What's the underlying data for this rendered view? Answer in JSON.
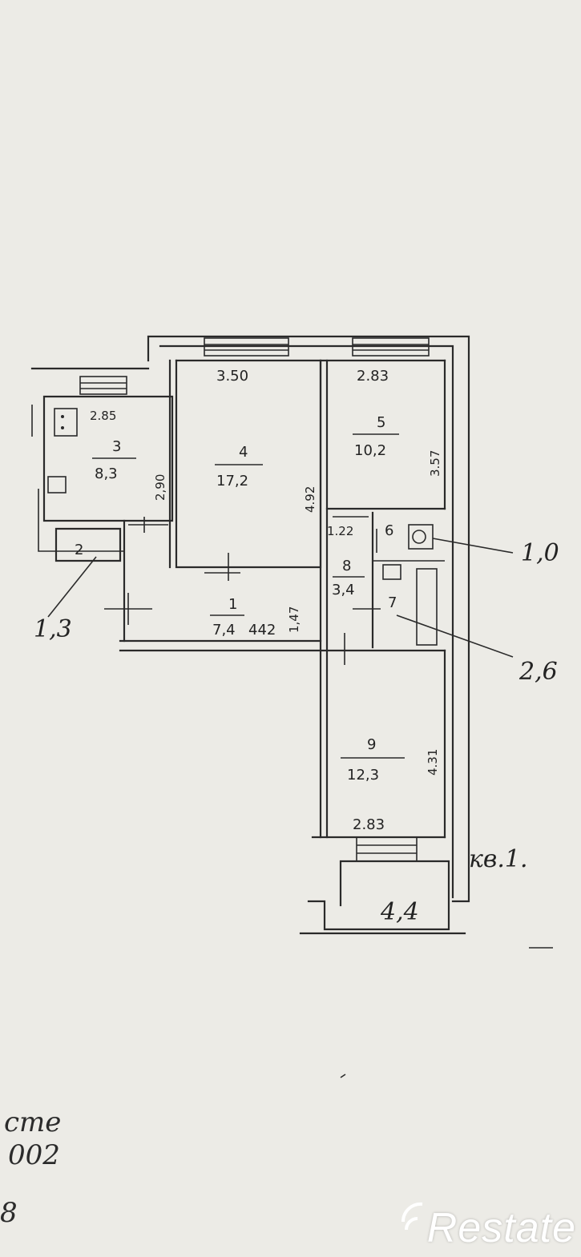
{
  "plan": {
    "apartment_label": "кв.1.",
    "rooms": [
      {
        "number": "1",
        "area": "7,4",
        "dims": [
          "442",
          "1,47"
        ]
      },
      {
        "number": "2",
        "area": "1,3"
      },
      {
        "number": "3",
        "area": "8,3",
        "dims": [
          "2.85",
          "2,90"
        ]
      },
      {
        "number": "4",
        "area": "17,2",
        "dims": [
          "3.50",
          "4.92"
        ]
      },
      {
        "number": "5",
        "area": "10,2",
        "dims": [
          "2.83",
          "3.57"
        ]
      },
      {
        "number": "6",
        "area": "1,0",
        "dims": [
          "1.22"
        ]
      },
      {
        "number": "7",
        "area": "2,6"
      },
      {
        "number": "8",
        "area": "3,4"
      },
      {
        "number": "9",
        "area": "12,3",
        "dims": [
          "2.83",
          "4.31"
        ]
      }
    ],
    "balcony_area": "4,4"
  },
  "scribbles": [
    "сте",
    "002",
    "8"
  ],
  "watermark": {
    "text": "Restate",
    "color": "#ffffff"
  }
}
